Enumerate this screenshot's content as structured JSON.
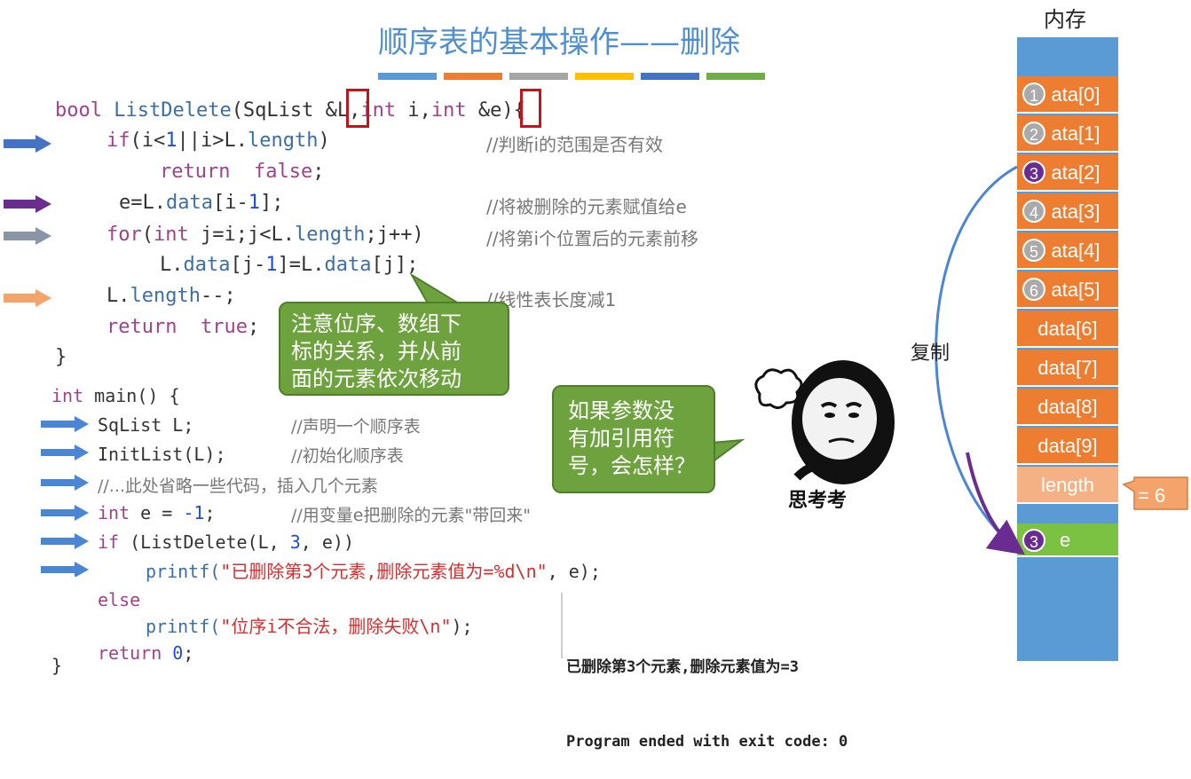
{
  "title": "顺序表的基本操作——删除",
  "memory_title": "内存",
  "copy_label": "复制",
  "length_note": "= 6",
  "memory_cells": [
    {
      "circle": "1",
      "label": "ata[0]"
    },
    {
      "circle": "2",
      "label": "ata[1]"
    },
    {
      "circle": "3",
      "label": "ata[2]"
    },
    {
      "circle": "4",
      "label": "ata[3]"
    },
    {
      "circle": "5",
      "label": "ata[4]"
    },
    {
      "circle": "6",
      "label": "ata[5]"
    },
    {
      "circle": "",
      "label": "data[6]"
    },
    {
      "circle": "",
      "label": "data[7]"
    },
    {
      "circle": "",
      "label": "data[8]"
    },
    {
      "circle": "",
      "label": "data[9]"
    }
  ],
  "length_cell": "length",
  "e_cell": {
    "circle": "3",
    "label": "e"
  },
  "callout1": [
    "注意位序、数组下",
    "标的关系，并从前",
    "面的元素依次移动"
  ],
  "callout2": [
    "如果参数没",
    "有加引用符",
    "号，会怎样？"
  ],
  "meme_caption": "思考考",
  "terminal": [
    "已删除第3个元素,删除元素值为=3",
    "Program ended with exit code: 0"
  ],
  "colors": {
    "title": "#4f8fd0",
    "memory": "#5b9bd5",
    "cell": "#ed7d31",
    "e_cell": "#7cc242",
    "callout": "#6ea23f",
    "highlight": "#c0161a"
  },
  "code_upper": {
    "l1": {
      "a": "bool ",
      "b": "ListDelete",
      "c": "(SqList ",
      "d": "&",
      "e": "L,",
      "f": "int",
      "g": " i,",
      "h": "int",
      "i": " ",
      "j": "&",
      "k": "e){"
    },
    "l2": {
      "a": "if",
      "b": "(i<",
      "c": "1",
      "d": "||i>L.",
      "e": "length",
      "f": ")",
      "cm": "//判断i的范围是否有效"
    },
    "l3": {
      "a": "return",
      "b": "false",
      "c": ";"
    },
    "l4": {
      "a": "e=L.",
      "b": "data",
      "c": "[i-",
      "d": "1",
      "e": "];",
      "cm": "//将被删除的元素赋值给e"
    },
    "l5": {
      "a": "for",
      "b": "(",
      "c": "int",
      "d": " j=i;j<L.",
      "e": "length",
      "f": ";j++)",
      "cm": "//将第i个位置后的元素前移"
    },
    "l6": {
      "a": "L.",
      "b": "data",
      "c": "[j-",
      "d": "1",
      "e": "]=L.",
      "f": "data",
      "g": "[j];"
    },
    "l7": {
      "a": "L.",
      "b": "length",
      "c": "--;",
      "cm": "//线性表长度减1"
    },
    "l8": {
      "a": "return",
      "b": "true",
      "c": ";"
    },
    "l9": {
      "a": "}"
    }
  },
  "code_lower": {
    "m1": {
      "a": "int",
      "b": " main() {"
    },
    "m2": {
      "a": "SqList L;",
      "cm": "//声明一个顺序表"
    },
    "m3": {
      "a": "InitList(L);",
      "cm": "//初始化顺序表"
    },
    "m4": {
      "cm": "//...此处省略一些代码，插入几个元素"
    },
    "m5": {
      "a": "int",
      "b": " e = ",
      "c": "-1",
      "d": ";",
      "cm": "//用变量e把删除的元素\"带回来\""
    },
    "m6": {
      "a": "if",
      "b": " (ListDelete(L, ",
      "c": "3",
      "d": ", e))"
    },
    "m7": {
      "a": "printf(",
      "b": "\"已删除第3个元素,删除元素值为=%d\\n\"",
      "c": ", e);"
    },
    "m8": {
      "a": "else"
    },
    "m9": {
      "a": "printf(",
      "b": "\"位序i不合法，删除失败\\n\"",
      "c": ");"
    },
    "m10": {
      "a": "return",
      "b": " ",
      "c": "0",
      "d": ";"
    },
    "m11": {
      "a": "}"
    }
  }
}
